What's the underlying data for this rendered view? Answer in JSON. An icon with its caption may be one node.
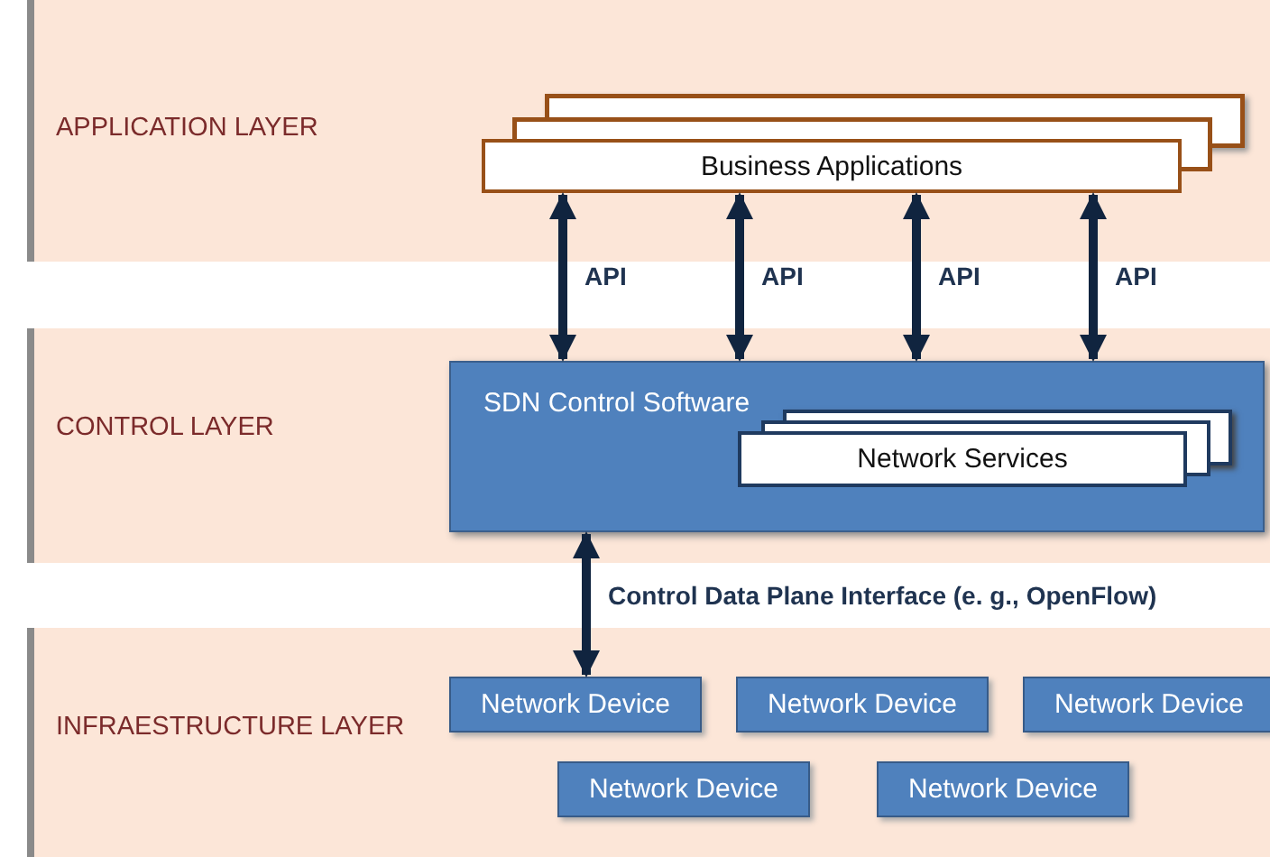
{
  "diagram": {
    "nodes": [
      {
        "text": [
          "APPLICATION LAYER"
        ]
      },
      {
        "text": [
          "Business Applications"
        ],
        "in": 0
      },
      {
        "text": [
          "CONTROL LAYER"
        ]
      },
      {
        "text": [
          "SDN Control Software"
        ],
        "in": 2
      },
      {
        "text": [
          "Network Services"
        ],
        "in": 3
      },
      {
        "text": [
          "INFRAESTRUCTURE LAYER"
        ]
      },
      {
        "text": [
          "Network Device"
        ],
        "in": 5
      },
      {
        "text": [
          "Network Device"
        ],
        "in": 5
      },
      {
        "text": [
          "Network Device"
        ],
        "in": 5
      },
      {
        "text": [
          "Network Device"
        ],
        "in": 5
      },
      {
        "text": [
          "Network Device"
        ],
        "in": 5
      }
    ],
    "edges": [
      {
        "from": 1,
        "to": 3,
        "arrow": "both",
        "label": "API"
      },
      {
        "from": 1,
        "to": 3,
        "arrow": "both",
        "label": "API"
      },
      {
        "from": 1,
        "to": 3,
        "arrow": "both",
        "label": "API"
      },
      {
        "from": 1,
        "to": 3,
        "arrow": "both",
        "label": "API"
      },
      {
        "from": 3,
        "to": 6,
        "arrow": "both",
        "label": "Control Data Plane Interface (e. g., OpenFlow)"
      }
    ]
  }
}
